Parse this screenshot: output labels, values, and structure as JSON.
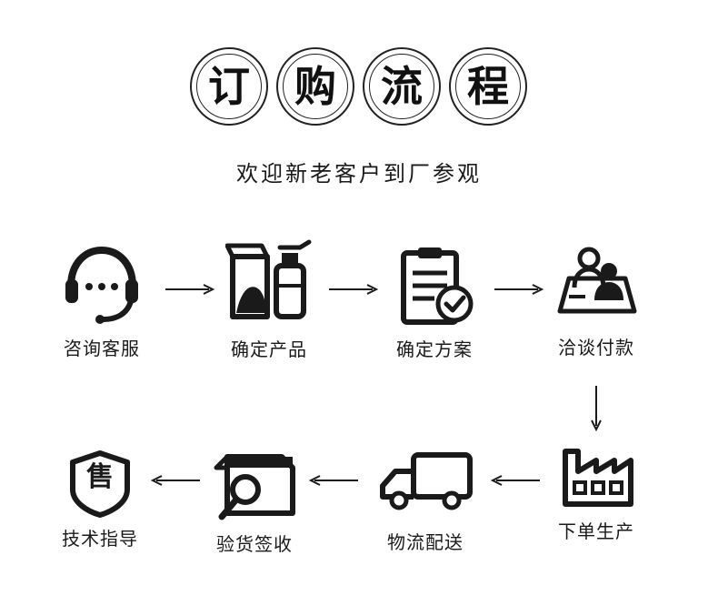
{
  "header": {
    "title_chars": [
      "订",
      "购",
      "流",
      "程"
    ],
    "subtitle": "欢迎新老客户到厂参观"
  },
  "steps": [
    {
      "label": "咨询客服",
      "icon": "headset-icon"
    },
    {
      "label": "确定产品",
      "icon": "products-icon"
    },
    {
      "label": "确定方案",
      "icon": "clipboard-check-icon"
    },
    {
      "label": "洽谈付款",
      "icon": "meeting-icon"
    },
    {
      "label": "下单生产",
      "icon": "factory-icon"
    },
    {
      "label": "物流配送",
      "icon": "truck-icon"
    },
    {
      "label": "验货签收",
      "icon": "package-inspect-icon"
    },
    {
      "label": "技术指导",
      "icon": "after-sale-shield-icon"
    }
  ],
  "badge_char": "售",
  "colors": {
    "ink": "#1a1a1a",
    "background": "#ffffff"
  }
}
